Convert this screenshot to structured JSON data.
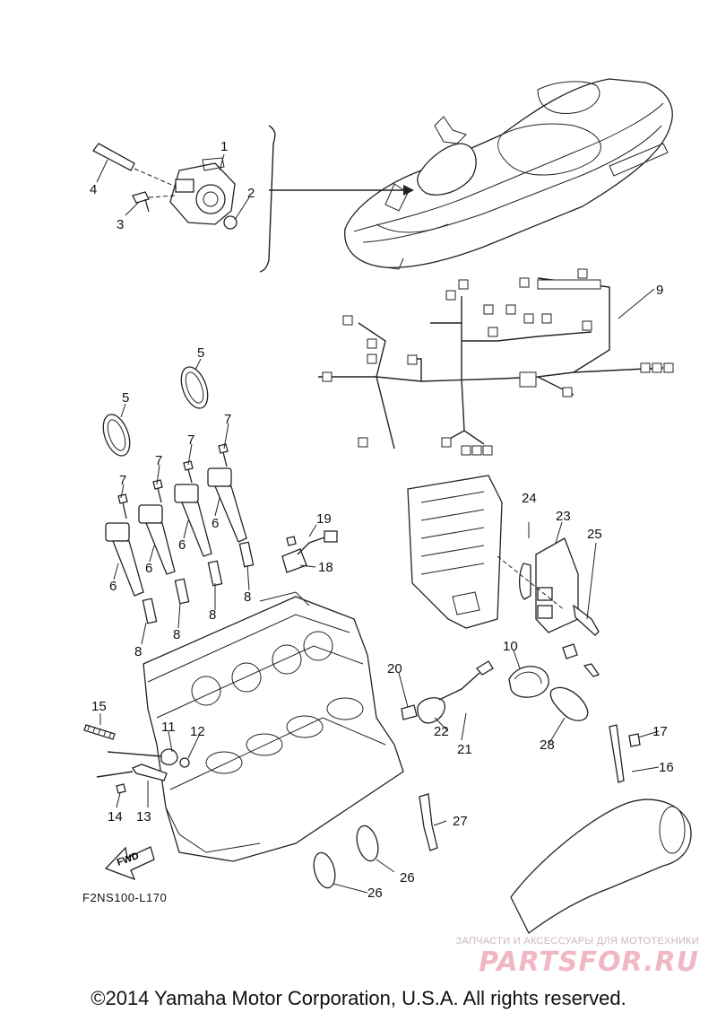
{
  "diagram": {
    "drawing_code": "F2NS100-L170",
    "fwd_label": "FWD",
    "callouts": {
      "c1": "1",
      "c2": "2",
      "c3": "3",
      "c4": "4",
      "c5a": "5",
      "c5b": "5",
      "c6a": "6",
      "c6b": "6",
      "c6c": "6",
      "c6d": "6",
      "c7a": "7",
      "c7b": "7",
      "c7c": "7",
      "c7d": "7",
      "c8a": "8",
      "c8b": "8",
      "c8c": "8",
      "c8d": "8",
      "c9": "9",
      "c10": "10",
      "c11": "11",
      "c12": "12",
      "c13": "13",
      "c14": "14",
      "c15": "15",
      "c16": "16",
      "c17": "17",
      "c18": "18",
      "c19": "19",
      "c20": "20",
      "c21": "21",
      "c22": "22",
      "c23": "23",
      "c24": "24",
      "c25": "25",
      "c26a": "26",
      "c26b": "26",
      "c27": "27",
      "c28": "28"
    }
  },
  "watermark": {
    "subtitle": "ЗАПЧАСТИ И АКСЕССУАРЫ ДЛЯ МОТОТЕХНИКИ",
    "logo": "PARTSFOR.RU"
  },
  "footer": {
    "copyright": "©2014 Yamaha Motor Corporation, U.S.A. All rights reserved."
  }
}
